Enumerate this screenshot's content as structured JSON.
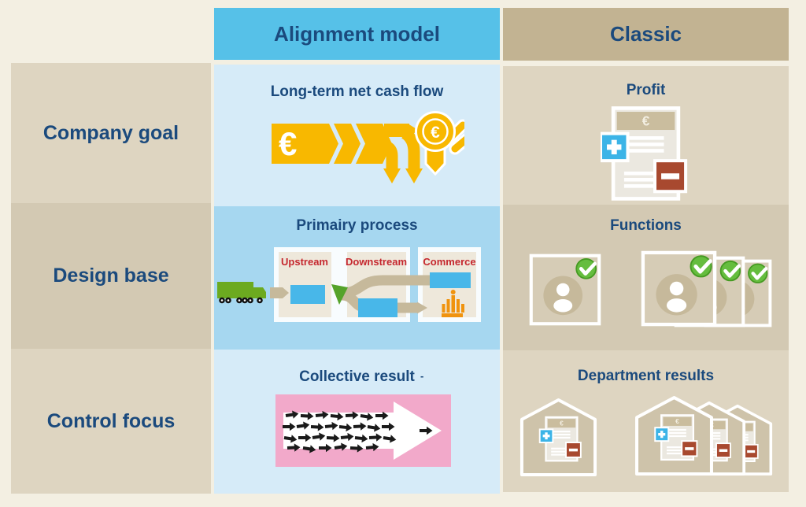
{
  "symbols": {
    "euro": "€",
    "stray_dash": "-"
  },
  "header": {
    "alignment_label": "Alignment model",
    "classic_label": "Classic"
  },
  "rows": [
    {
      "label": "Company goal",
      "alignment_title": "Long-term net cash flow",
      "classic_title": "Profit"
    },
    {
      "label": "Design base",
      "alignment_title": "Primairy process",
      "classic_title": "Functions"
    },
    {
      "label": "Control focus",
      "alignment_title": "Collective result",
      "classic_title": "Department results"
    }
  ],
  "process": {
    "upstream": "Upstream",
    "downstream": "Downstream",
    "commerce": "Commerce"
  },
  "palette": {
    "page_bg": "#f3efe2",
    "alignment_header": "#56c1e8",
    "classic_header": "#c2b392",
    "blue_cell_light": "#d6ebf8",
    "blue_cell_mid": "#a6d7f0",
    "tan_cell_light": "#ded5c1",
    "tan_cell_dark": "#d3c9b3",
    "navy_text": "#1b4a7d",
    "cashflow_yellow": "#f8b800",
    "pink_box": "#f2a9ca",
    "truck_green": "#6caa20",
    "process_box_blue": "#48b7e9",
    "process_label_red": "#c5272e",
    "path_tan": "#c6b99b",
    "crown_orange": "#f0930e",
    "check_green": "#65bd3e",
    "plus_cyan": "#3cb4e7",
    "minus_red": "#a8492f"
  }
}
